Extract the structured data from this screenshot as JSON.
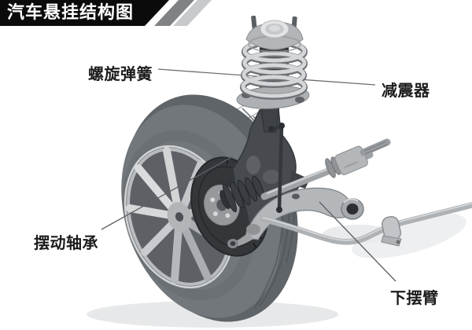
{
  "title": "汽车悬挂结构图",
  "labels": {
    "coil_spring": "螺旋弹簧",
    "shock_absorber": "减震器",
    "swing_bearing": "摆动轴承",
    "lower_arm": "下摆臂"
  },
  "colors": {
    "background": "#ffffff",
    "title_bar_bg": "#0b0b0b",
    "title_text": "#ffffff",
    "title_stripe_dark": "#7f8386",
    "title_stripe_light": "#c7c9cb",
    "label_text": "#1c1c1c",
    "leader_line": "#606468",
    "tire": "#5f6468",
    "wheel_spokes": "#c7cacc",
    "brake_disc": "#34373a",
    "spring_coil": "#d4d6d8",
    "metal_light": "#b4b7ba",
    "metal_dark": "#3e4246"
  }
}
